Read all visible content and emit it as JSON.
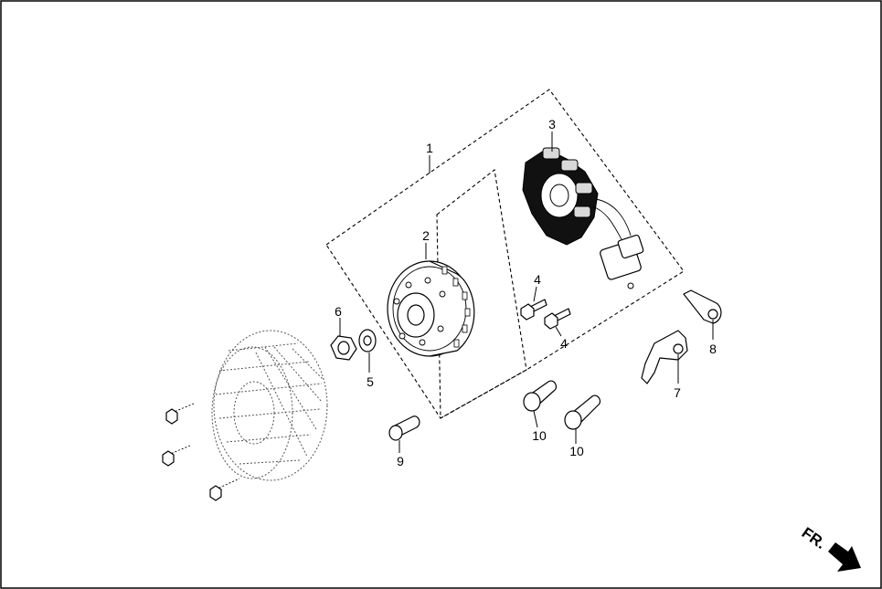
{
  "callouts": {
    "p1": "1",
    "p2": "2",
    "p3": "3",
    "p4a": "4",
    "p4b": "4",
    "p5": "5",
    "p6": "6",
    "p7": "7",
    "p8": "8",
    "p9": "9",
    "p10a": "10",
    "p10b": "10"
  },
  "direction_label": "FR."
}
